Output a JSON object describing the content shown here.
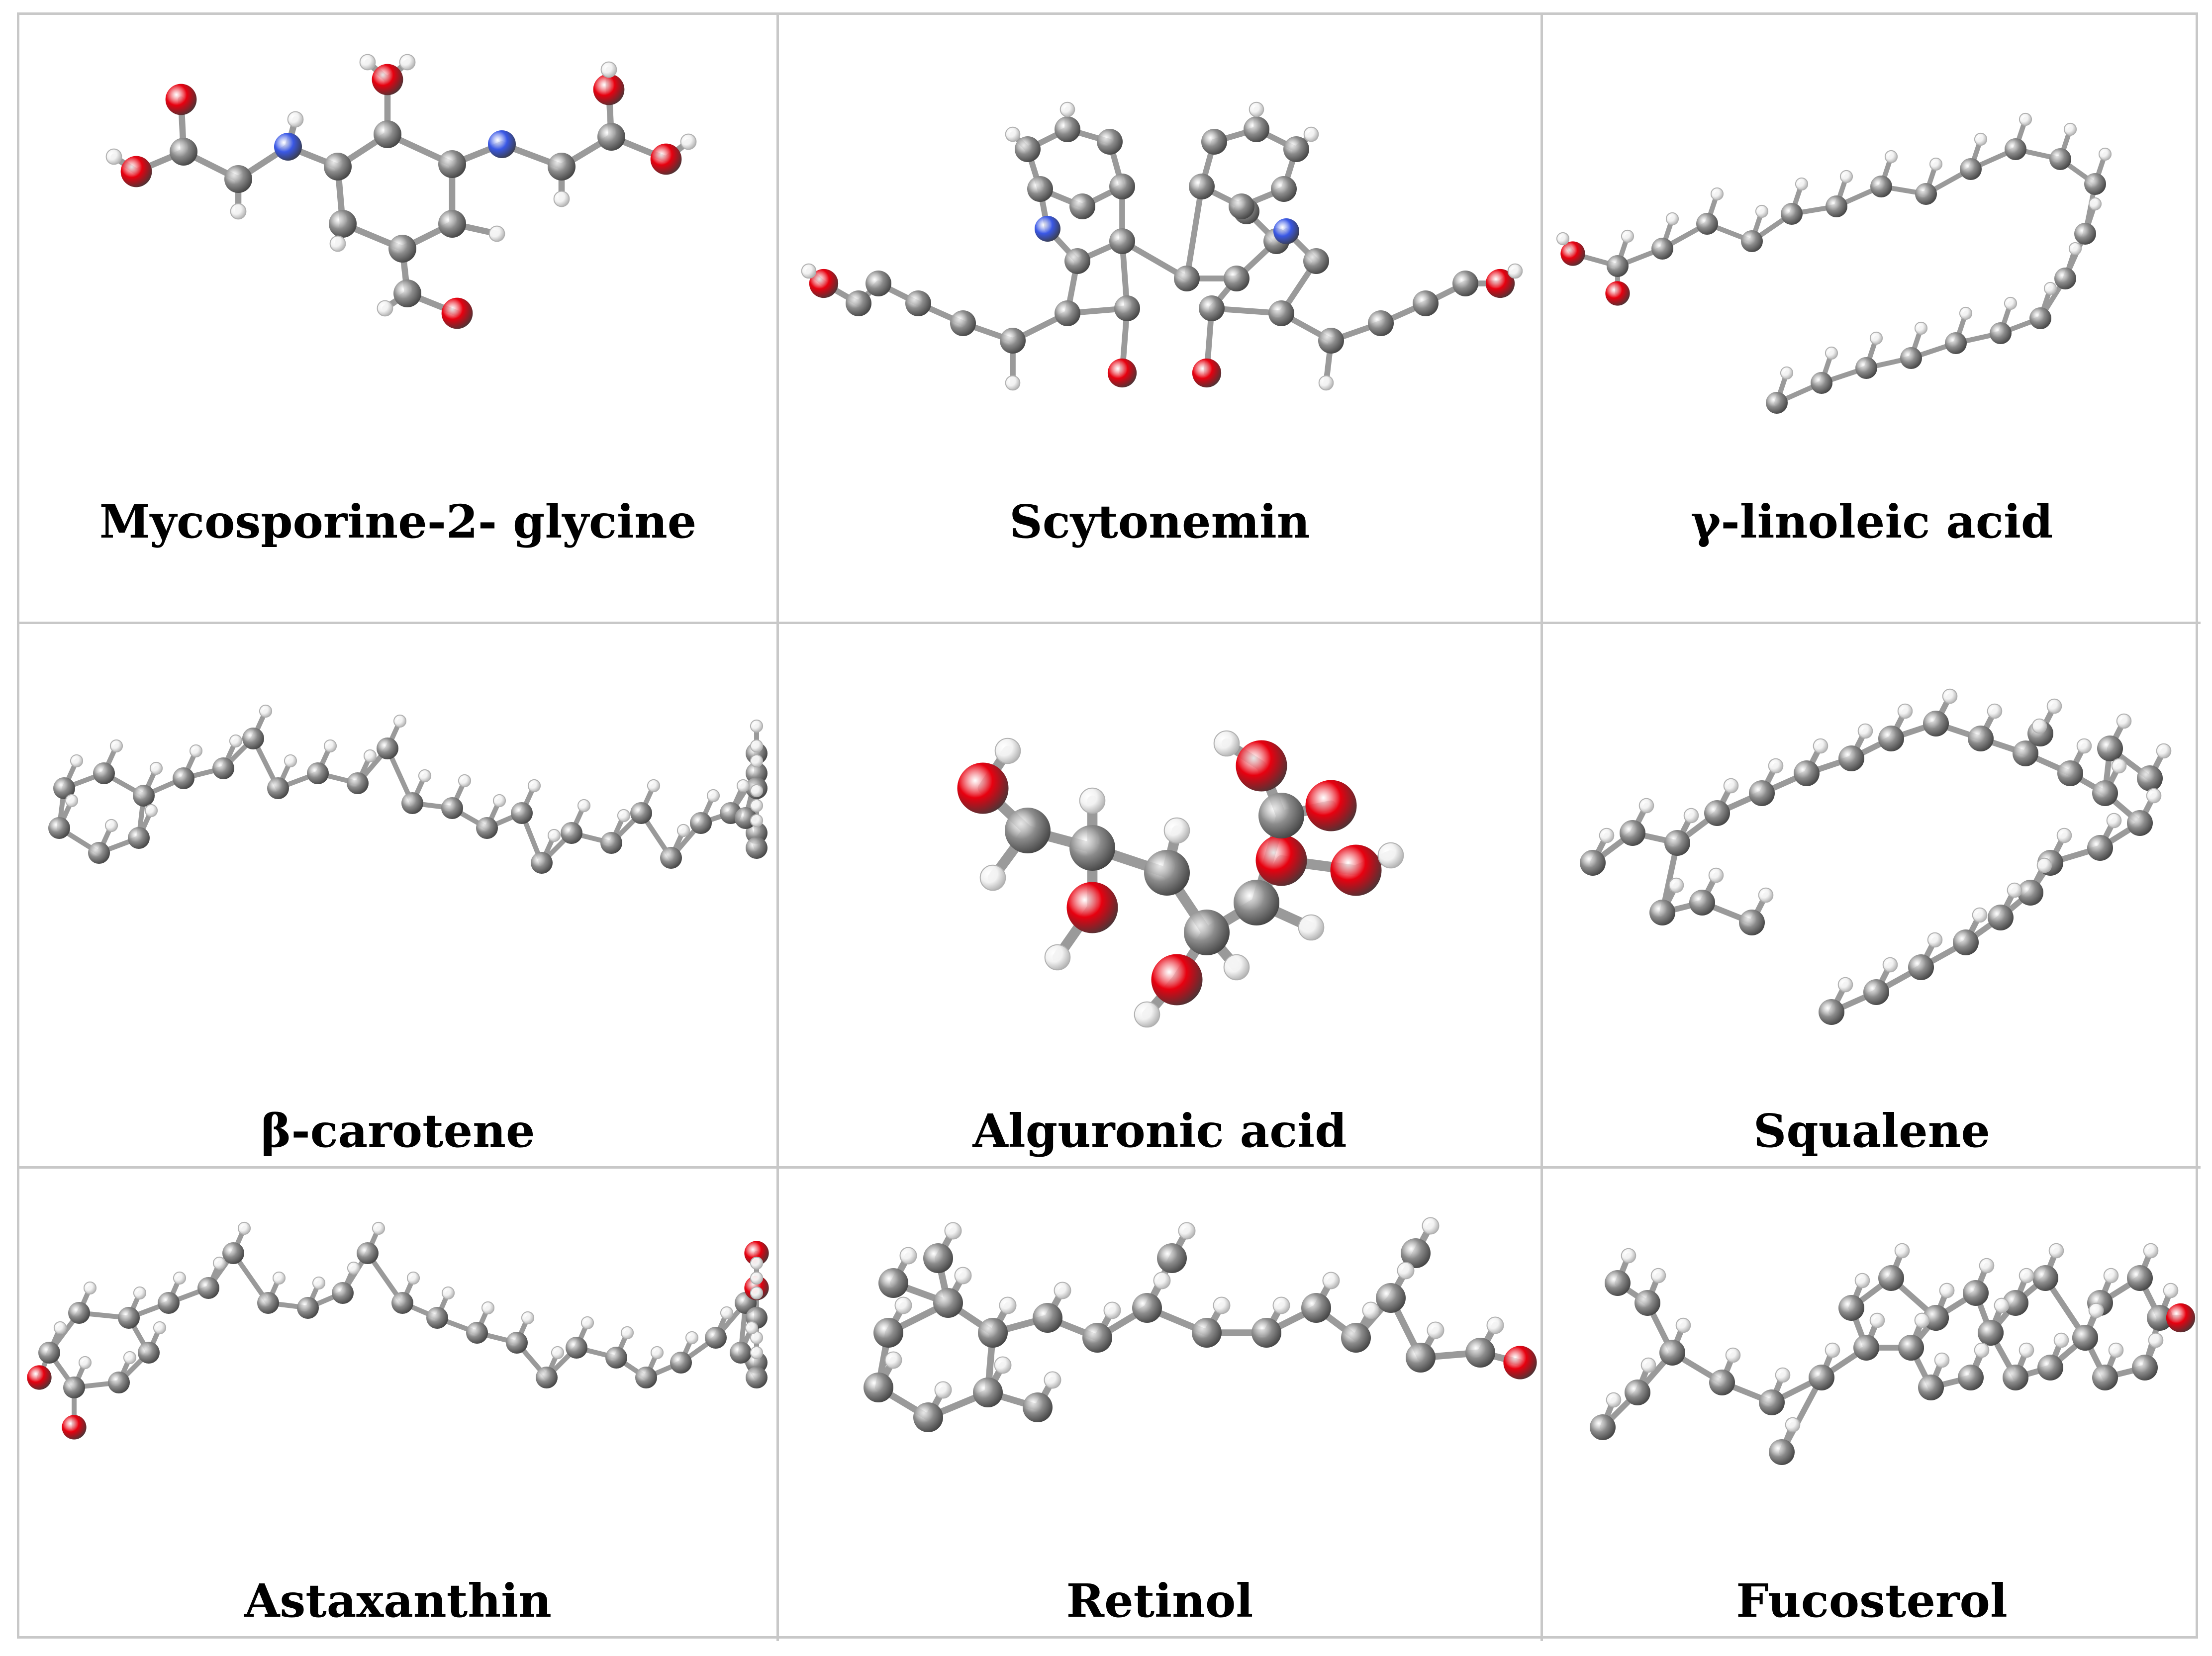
{
  "atom_colors": {
    "carbon": "#8c8c8c",
    "oxygen": "#e8000f",
    "nitrogen": "#3a58e6",
    "hydrogen": "#f2f2f2"
  },
  "molecules": [
    {
      "name": "Mycosporine-2- glycine"
    },
    {
      "name": "Scytonemin"
    },
    {
      "name": "γ-linoleic acid"
    },
    {
      "name": "β-carotene"
    },
    {
      "name": "Alguronic acid"
    },
    {
      "name": "Squalene"
    },
    {
      "name": "Astaxanthin"
    },
    {
      "name": "Retinol"
    },
    {
      "name": "Fucosterol"
    }
  ]
}
